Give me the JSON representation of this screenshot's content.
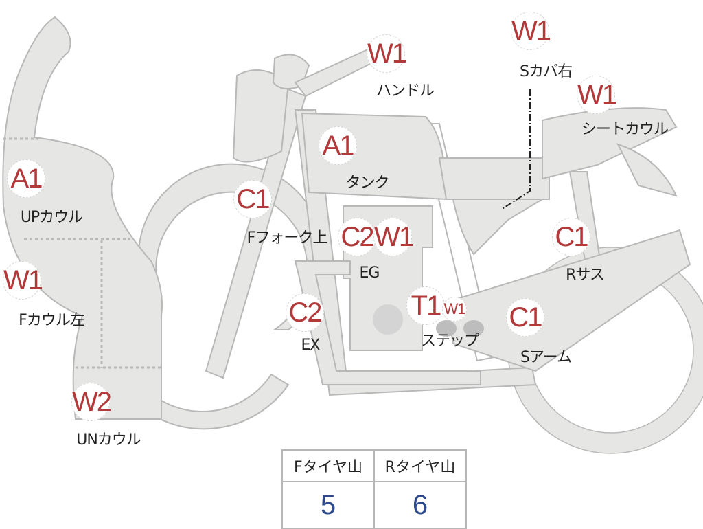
{
  "markers": [
    {
      "code": "A1",
      "label": "UPカウル"
    },
    {
      "code": "W1",
      "label": "Fカウル左"
    },
    {
      "code": "W2",
      "label": "UNカウル"
    },
    {
      "code": "C1",
      "label": "Fフォーク上"
    },
    {
      "code": "A1",
      "label": "タンク"
    },
    {
      "code": "W1",
      "label": "ハンドル"
    },
    {
      "code": "C2",
      "code2": "W1",
      "label": "EG"
    },
    {
      "code": "C2",
      "label": "EX"
    },
    {
      "code": "T1",
      "code2": "W1",
      "label": "ステップ"
    },
    {
      "code": "C1",
      "label": "Sアーム"
    },
    {
      "code": "C1",
      "label": "Rサス"
    },
    {
      "code": "W1",
      "label": "Sカバ右"
    },
    {
      "code": "W1",
      "label": "シートカウル"
    }
  ],
  "tire_table": {
    "headers": [
      "Fタイヤ山",
      "Rタイヤ山"
    ],
    "values": [
      "5",
      "6"
    ]
  },
  "colors": {
    "marker_text": "#b2393a",
    "value_text": "#2d4a8c",
    "bike_fill": "#e6e6e4",
    "bike_stroke": "#b8b8b8"
  }
}
